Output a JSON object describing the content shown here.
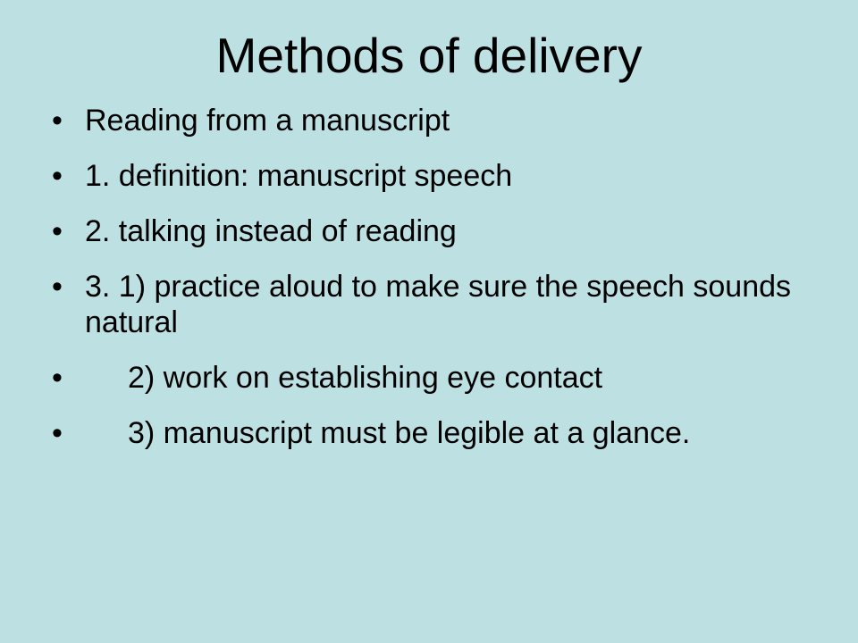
{
  "slide": {
    "title": "Methods of delivery",
    "bullet_symbol": "•",
    "items": [
      {
        "text": "Reading from a manuscript",
        "indented": false
      },
      {
        "text": "1. definition: manuscript speech",
        "indented": false
      },
      {
        "text": "2. talking instead of reading",
        "indented": false
      },
      {
        "text": "3. 1) practice aloud to make sure the speech sounds natural",
        "indented": false
      },
      {
        "text": "2) work on establishing eye contact",
        "indented": true
      },
      {
        "text": "3) manuscript must be legible at a glance.",
        "indented": true
      }
    ]
  },
  "colors": {
    "background": "#bde0e3",
    "text": "#000000"
  }
}
